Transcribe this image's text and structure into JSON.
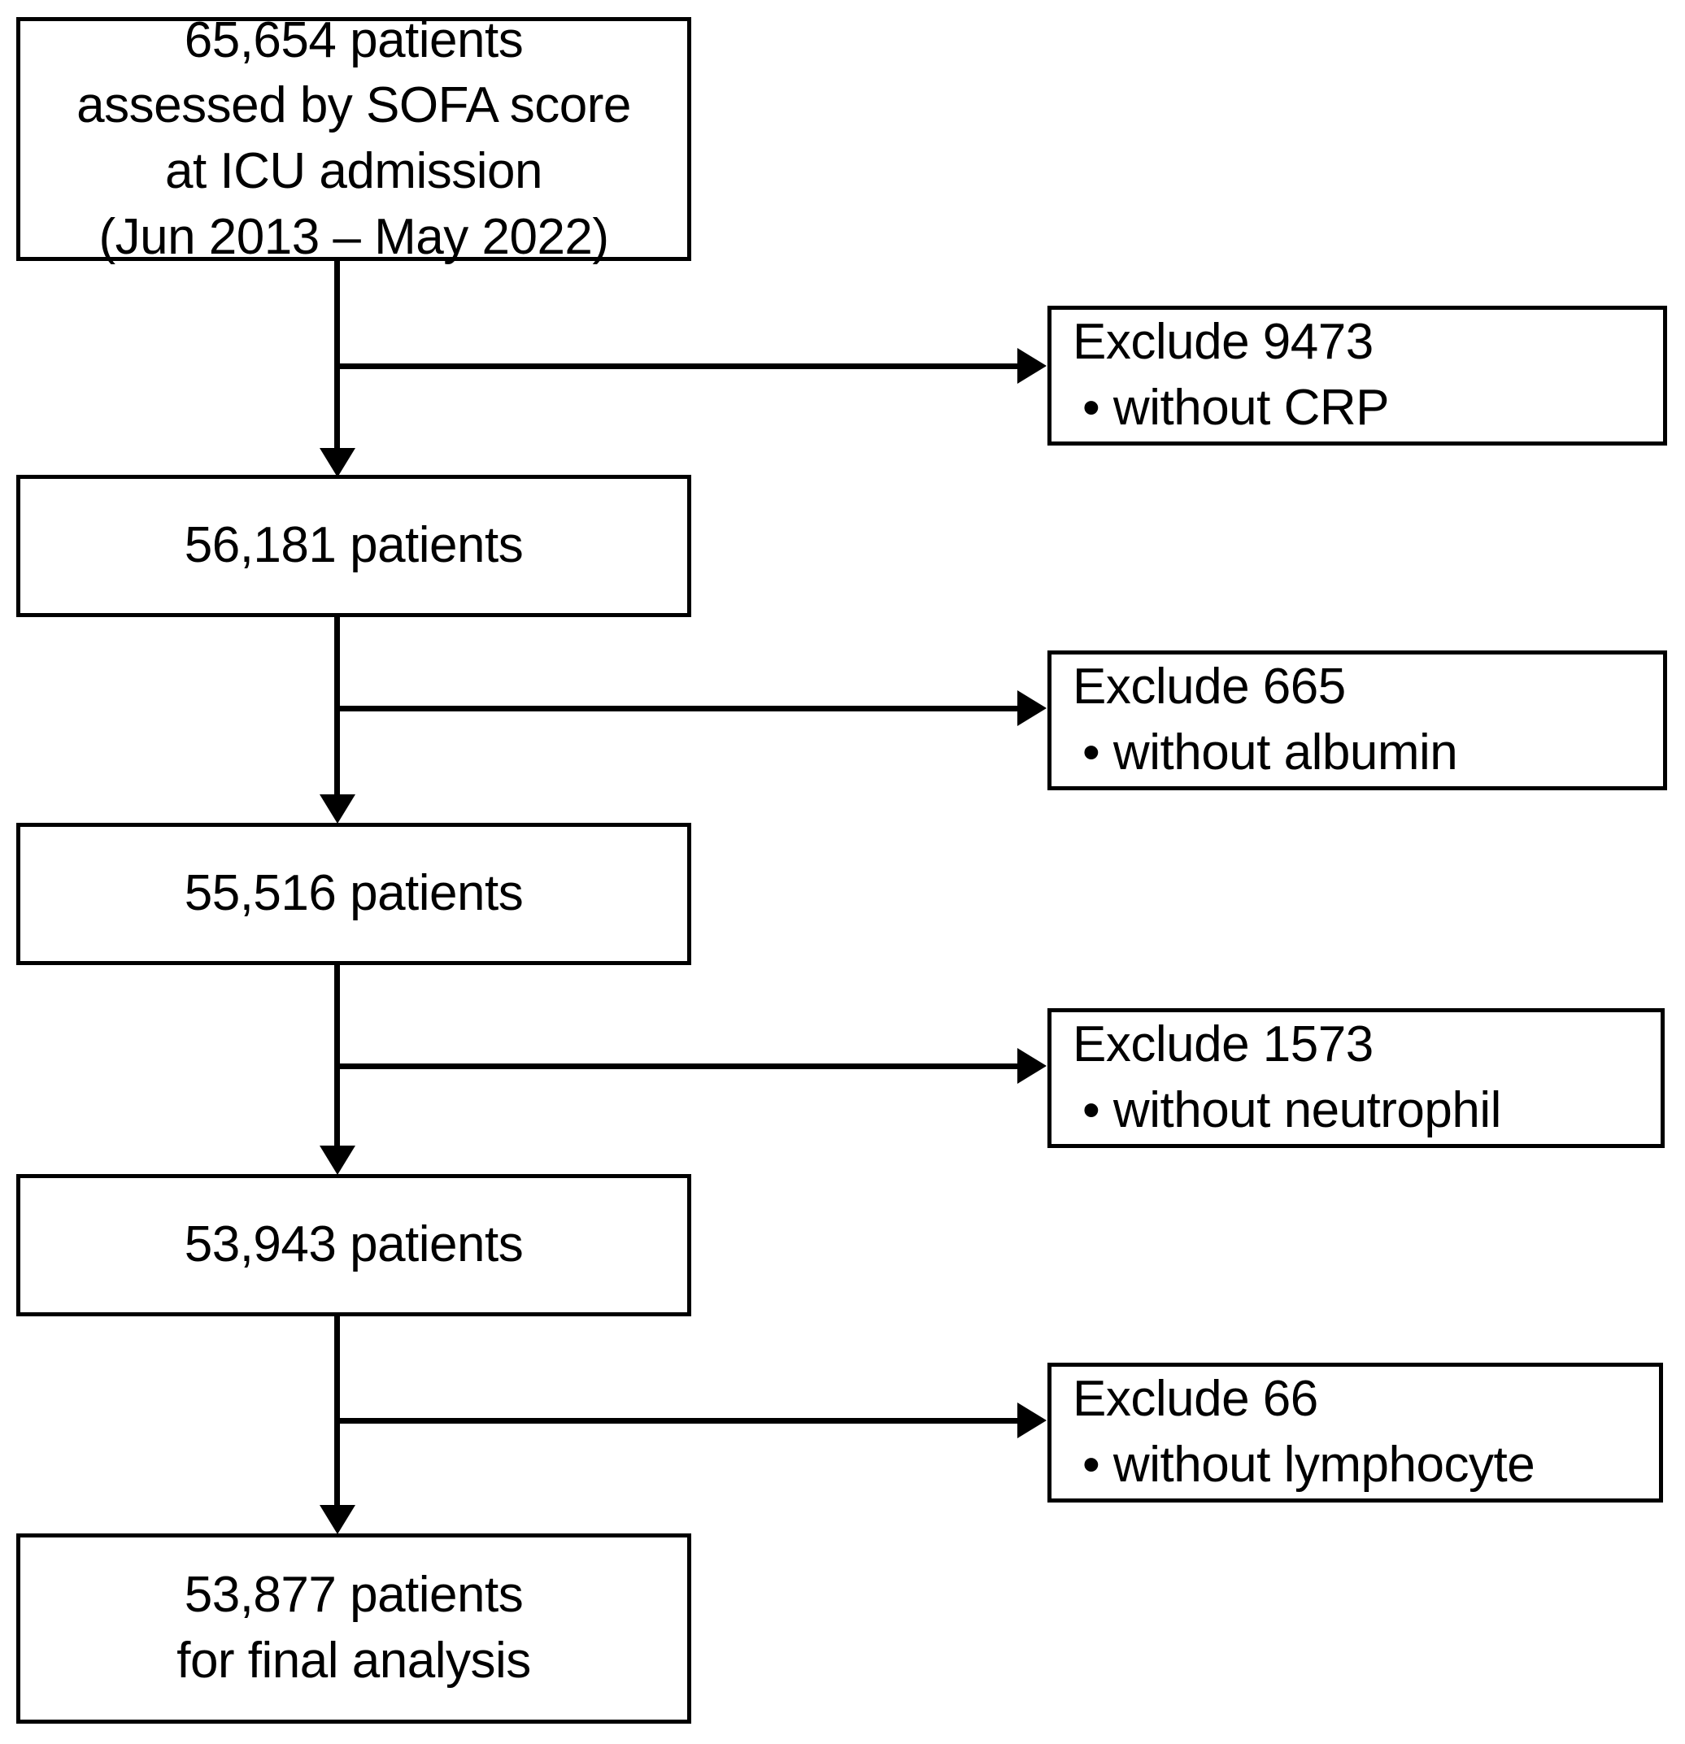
{
  "diagram": {
    "type": "flowchart",
    "title": "Patient selection flow diagram",
    "orientation": "top-to-bottom",
    "colors": {
      "stroke": "#000000",
      "fill": "#ffffff",
      "text": "#000000"
    }
  },
  "nodes": {
    "cohort_initial": {
      "lines": [
        "65,654 patients",
        "assessed by SOFA score",
        "at ICU admission",
        "(Jun 2013 – May 2022)"
      ]
    },
    "cohort_after_crp": {
      "lines": [
        "56,181 patients"
      ]
    },
    "cohort_after_albumin": {
      "lines": [
        "55,516 patients"
      ]
    },
    "cohort_after_neutrophil": {
      "lines": [
        "53,943 patients"
      ]
    },
    "cohort_final": {
      "lines": [
        "53,877 patients",
        "for final analysis"
      ]
    },
    "exclude_crp": {
      "heading": "Exclude 9473",
      "bullet": "• without CRP"
    },
    "exclude_albumin": {
      "heading": "Exclude 665",
      "bullet": "• without albumin"
    },
    "exclude_neutrophil": {
      "heading": "Exclude 1573",
      "bullet": "• without neutrophil"
    },
    "exclude_lymphocyte": {
      "heading": "Exclude 66",
      "bullet": "• without lymphocyte"
    }
  },
  "chart_data": {
    "type": "flow",
    "title": "Patient selection flow diagram",
    "steps": [
      {
        "label": "65,654 patients assessed by SOFA score at ICU admission (Jun 2013 – May 2022)",
        "count": 65654
      },
      {
        "label": "56,181 patients",
        "count": 56181,
        "excluded": 9473,
        "exclusion_reason": "without CRP"
      },
      {
        "label": "55,516 patients",
        "count": 55516,
        "excluded": 665,
        "exclusion_reason": "without albumin"
      },
      {
        "label": "53,943 patients",
        "count": 53943,
        "excluded": 1573,
        "exclusion_reason": "without neutrophil"
      },
      {
        "label": "53,877 patients for final analysis",
        "count": 53877,
        "excluded": 66,
        "exclusion_reason": "without lymphocyte"
      }
    ]
  }
}
